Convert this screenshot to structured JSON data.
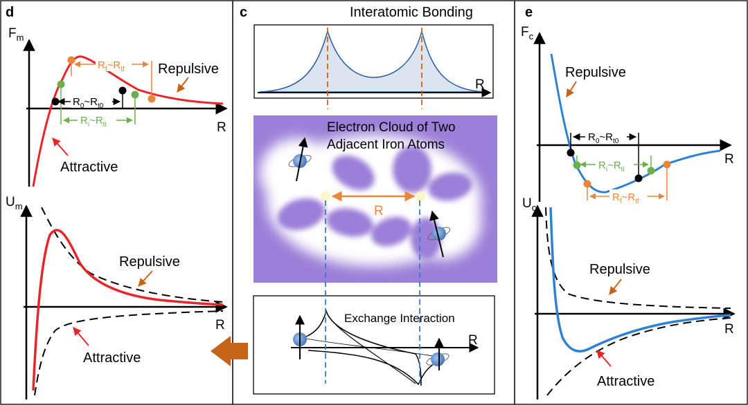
{
  "panels": {
    "d": {
      "letter": "d",
      "force_axis": "F",
      "force_axis_sub": "m",
      "energy_axis": "U",
      "energy_axis_sub": "m",
      "x_axis": "R",
      "repulsive": "Repulsive",
      "attractive": "Attractive",
      "range_black_main": "R",
      "range_black_sub1": "0",
      "range_black_sep": "~R",
      "range_black_sub2": "t0",
      "range_orange_main": "R",
      "range_orange_sub1": "f",
      "range_orange_sep": "~R",
      "range_orange_sub2": "tf",
      "range_green_main": "R",
      "range_green_sub1": "i",
      "range_green_sep": "~R",
      "range_green_sub2": "ti"
    },
    "c": {
      "letter": "c",
      "title": "Interatomic Bonding",
      "x_axis": "R",
      "cloud_line1": "Electron Cloud of Two",
      "cloud_line2": "Adjacent Iron Atoms",
      "distance_label": "R",
      "exchange_label": "Exchange Interaction"
    },
    "e": {
      "letter": "e",
      "force_axis": "F",
      "force_axis_sub": "c",
      "energy_axis": "U",
      "energy_axis_sub": "c",
      "x_axis": "R",
      "repulsive": "Repulsive",
      "attractive": "Attractive",
      "range_black_main": "R",
      "range_black_sub1": "0",
      "range_black_sep": "~R",
      "range_black_sub2": "t0",
      "range_green_main": "R",
      "range_green_sub1": "i",
      "range_green_sep": "~R",
      "range_green_sub2": "ti",
      "range_orange_main": "R",
      "range_orange_sub1": "f",
      "range_orange_sep": "~R",
      "range_orange_sub2": "tf"
    }
  },
  "colors": {
    "red_curve": "#e8262a",
    "blue_curve": "#2f82d0",
    "orange": "#e8863a",
    "green": "#6ab04c",
    "purple": "#9b7fd8",
    "arrow_brown": "#c8641a",
    "cloud_fill": "#dbe4f0"
  }
}
